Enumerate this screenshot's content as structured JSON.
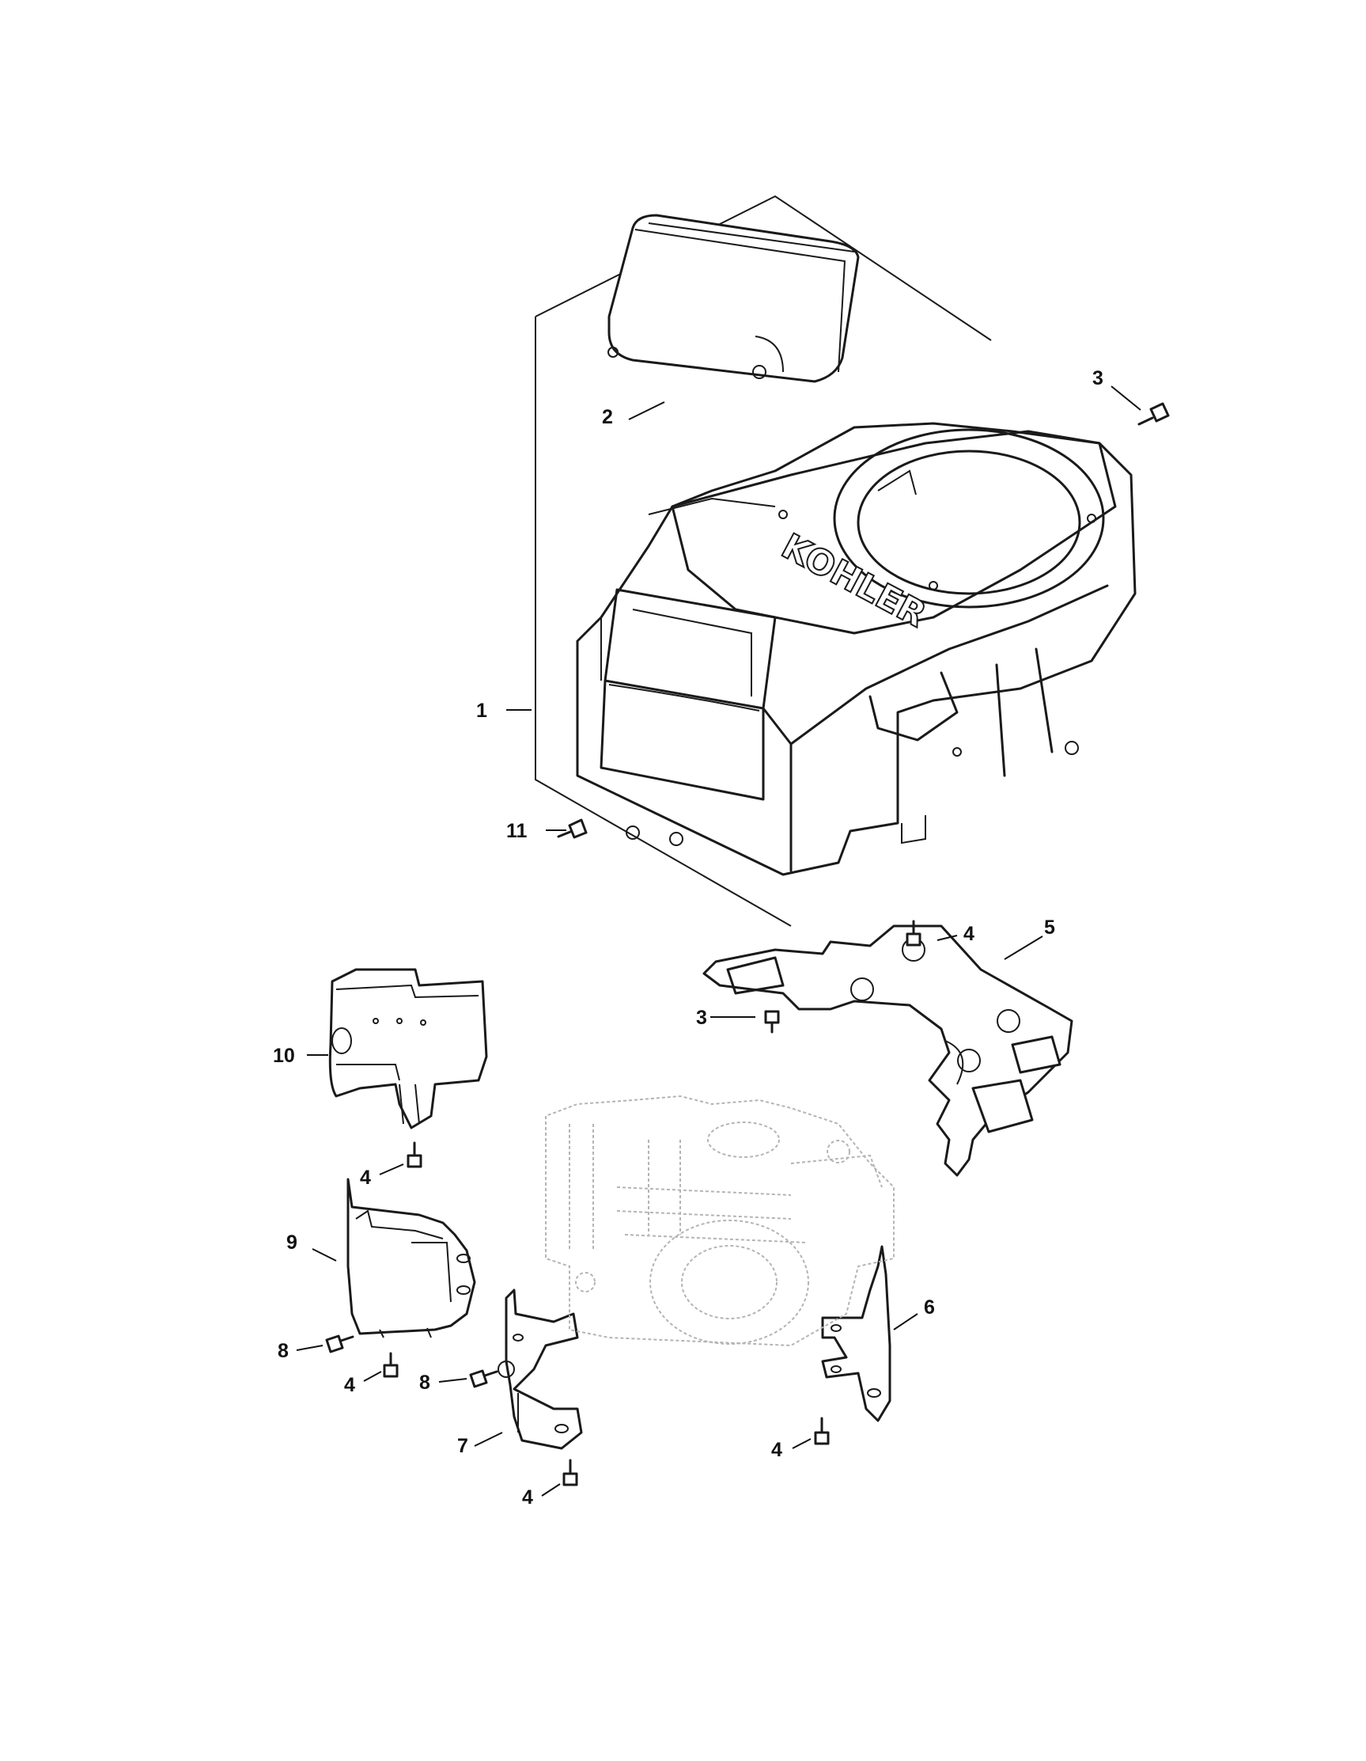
{
  "brand_logo_text": "KOHLER",
  "callouts": [
    {
      "id": "c1",
      "label": "1"
    },
    {
      "id": "c2",
      "label": "2"
    },
    {
      "id": "c3a",
      "label": "3"
    },
    {
      "id": "c3b",
      "label": "3"
    },
    {
      "id": "c4a",
      "label": "4"
    },
    {
      "id": "c4b",
      "label": "4"
    },
    {
      "id": "c4c",
      "label": "4"
    },
    {
      "id": "c4d",
      "label": "4"
    },
    {
      "id": "c4e",
      "label": "4"
    },
    {
      "id": "c5",
      "label": "5"
    },
    {
      "id": "c6",
      "label": "6"
    },
    {
      "id": "c7",
      "label": "7"
    },
    {
      "id": "c8a",
      "label": "8"
    },
    {
      "id": "c8b",
      "label": "8"
    },
    {
      "id": "c9",
      "label": "9"
    },
    {
      "id": "c10",
      "label": "10"
    },
    {
      "id": "c11",
      "label": "11"
    }
  ]
}
